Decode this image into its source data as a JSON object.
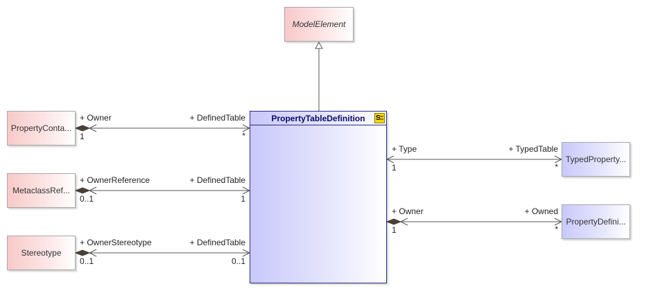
{
  "classes": {
    "model_element": "ModelElement",
    "main": "PropertyTableDefinition",
    "property_container": "PropertyConta...",
    "metaclass_reference": "MetaclassRef...",
    "stereotype": "Stereotype",
    "typed_property": "TypedProperty...",
    "property_definition": "PropertyDefini..."
  },
  "stereotype_icon": {
    "name": "stereotype-s-icon",
    "glyph": "S"
  },
  "associations": {
    "property_container": {
      "source_role": "+ Owner",
      "source_multiplicity": "1",
      "target_role": "+ DefinedTable",
      "target_multiplicity": "*"
    },
    "metaclass_reference": {
      "source_role": "+ OwnerReference",
      "source_multiplicity": "0..1",
      "target_role": "+ DefinedTable",
      "target_multiplicity": "1"
    },
    "stereotype": {
      "source_role": "+ OwnerStereotype",
      "source_multiplicity": "0..1",
      "target_role": "+ DefinedTable",
      "target_multiplicity": "0..1"
    },
    "typed_property": {
      "source_role": "+ Type",
      "source_multiplicity": "1",
      "target_role": "+ TypedTable",
      "target_multiplicity": "*"
    },
    "property_definition": {
      "source_role": "+ Owner",
      "source_multiplicity": "1",
      "target_role": "+ Owned",
      "target_multiplicity": "*"
    }
  },
  "colors": {
    "line": "#555555",
    "diamond": "#4a4034",
    "main_border": "#2a2a8a",
    "main_title": "#0a0a66"
  }
}
